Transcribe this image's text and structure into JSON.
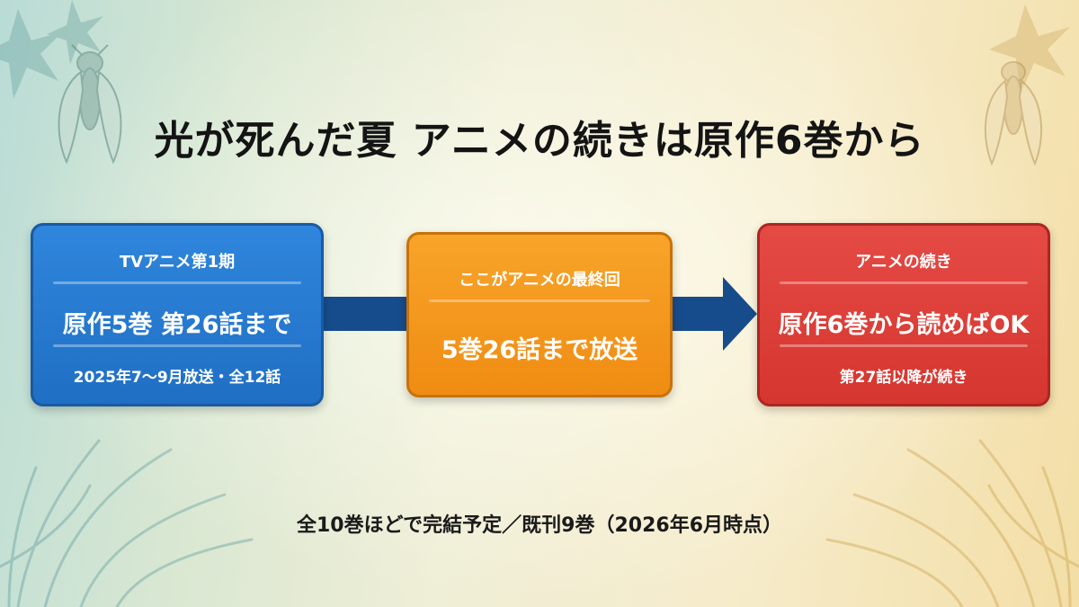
{
  "title": "光が死んだ夏 アニメの続きは原作6巻から",
  "boxes": {
    "left": {
      "heading": "TVアニメ第1期",
      "main": "原作5巻 第26話まで",
      "sub": "2025年7～9月放送・全12話",
      "color": "#2a7fd4"
    },
    "middle": {
      "heading": "ここがアニメの最終回",
      "main": "5巻26話まで放送",
      "color": "#f4981e"
    },
    "right": {
      "heading": "アニメの続き",
      "main": "原作6巻から読めばOK",
      "sub": "第27話以降が続き",
      "color": "#dc4039"
    }
  },
  "arrow_color": "#174c8c",
  "footer": "全10巻ほどで完結予定／既刊9巻（2026年6月時点）",
  "decorations": [
    "cicada-icon",
    "maple-leaf-icon",
    "pampas-grass-icon"
  ]
}
